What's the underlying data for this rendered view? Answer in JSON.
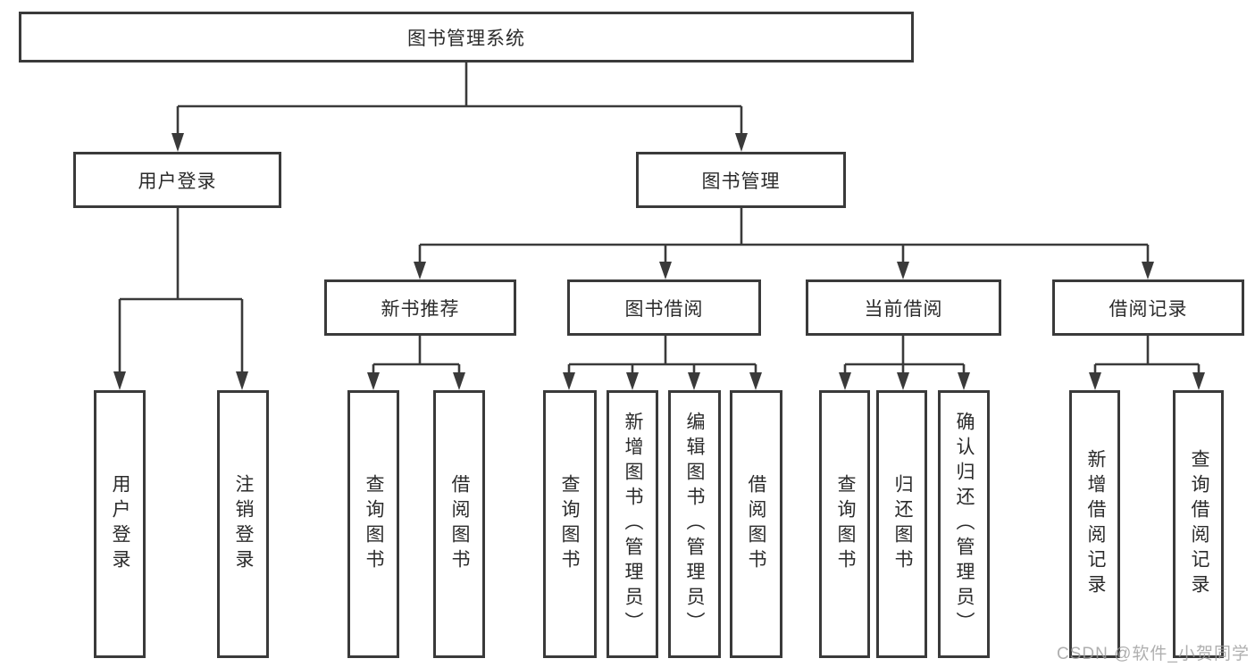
{
  "diagram": {
    "title": "图书管理系统",
    "type": "hierarchy-tree",
    "colors": {
      "line": "#3a3a3a",
      "box_border": "#3a3a3a",
      "box_fill": "#ffffff",
      "text": "#2b2b2b",
      "watermark_text": "#9e9e9e",
      "background": "#ffffff"
    },
    "tree": {
      "root": {
        "label": "图书管理系统",
        "children": [
          {
            "label": "用户登录",
            "children": [
              {
                "label": "用户登录"
              },
              {
                "label": "注销登录"
              }
            ]
          },
          {
            "label": "图书管理",
            "children": [
              {
                "label": "新书推荐",
                "children": [
                  {
                    "label": "查询图书"
                  },
                  {
                    "label": "借阅图书"
                  }
                ]
              },
              {
                "label": "图书借阅",
                "children": [
                  {
                    "label": "查询图书"
                  },
                  {
                    "label": "新增图书（管理员）"
                  },
                  {
                    "label": "编辑图书（管理员）"
                  },
                  {
                    "label": "借阅图书"
                  }
                ]
              },
              {
                "label": "当前借阅",
                "children": [
                  {
                    "label": "查询图书"
                  },
                  {
                    "label": "归还图书"
                  },
                  {
                    "label": "确认归还（管理员）"
                  }
                ]
              },
              {
                "label": "借阅记录",
                "children": [
                  {
                    "label": "新增借阅记录"
                  },
                  {
                    "label": "查询借阅记录"
                  }
                ]
              }
            ]
          }
        ]
      }
    }
  },
  "watermark": {
    "text": "CSDN @软件_小贺同学"
  }
}
